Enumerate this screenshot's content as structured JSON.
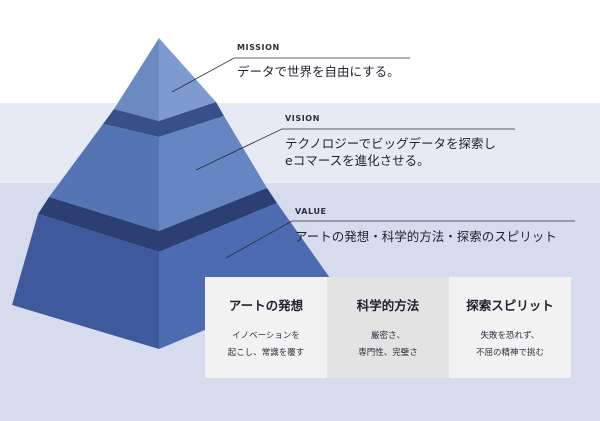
{
  "tiers": [
    {
      "title": "MISSION",
      "text_lines": [
        "データで世界を自由にする。"
      ]
    },
    {
      "title": "VISION",
      "text_lines": [
        "テクノロジーでビッグデータを探索し",
        "eコマースを進化させる。"
      ]
    },
    {
      "title": "VALUE",
      "text_lines": [
        "アートの発想・科学的方法・探索のスピリット"
      ]
    }
  ],
  "cards": [
    {
      "title": "アートの発想",
      "desc_lines": [
        "イノベーションを",
        "起こし、常識を覆す"
      ]
    },
    {
      "title": "科学的方法",
      "desc_lines": [
        "厳密さ、",
        "専門性、完璧さ"
      ]
    },
    {
      "title": "探索スピリット",
      "desc_lines": [
        "失敗を恐れず、",
        "不屈の精神で挑む"
      ]
    }
  ],
  "colors": {
    "mission_left": "#6b8ac2",
    "mission_right": "#7d9bd0",
    "vision_left": "#5474b4",
    "vision_right": "#6585c3",
    "value_left": "#3e5a9c",
    "value_right": "#4d6bb0",
    "band_mid": "#e6eaf3",
    "band_low": "#d6dced"
  }
}
